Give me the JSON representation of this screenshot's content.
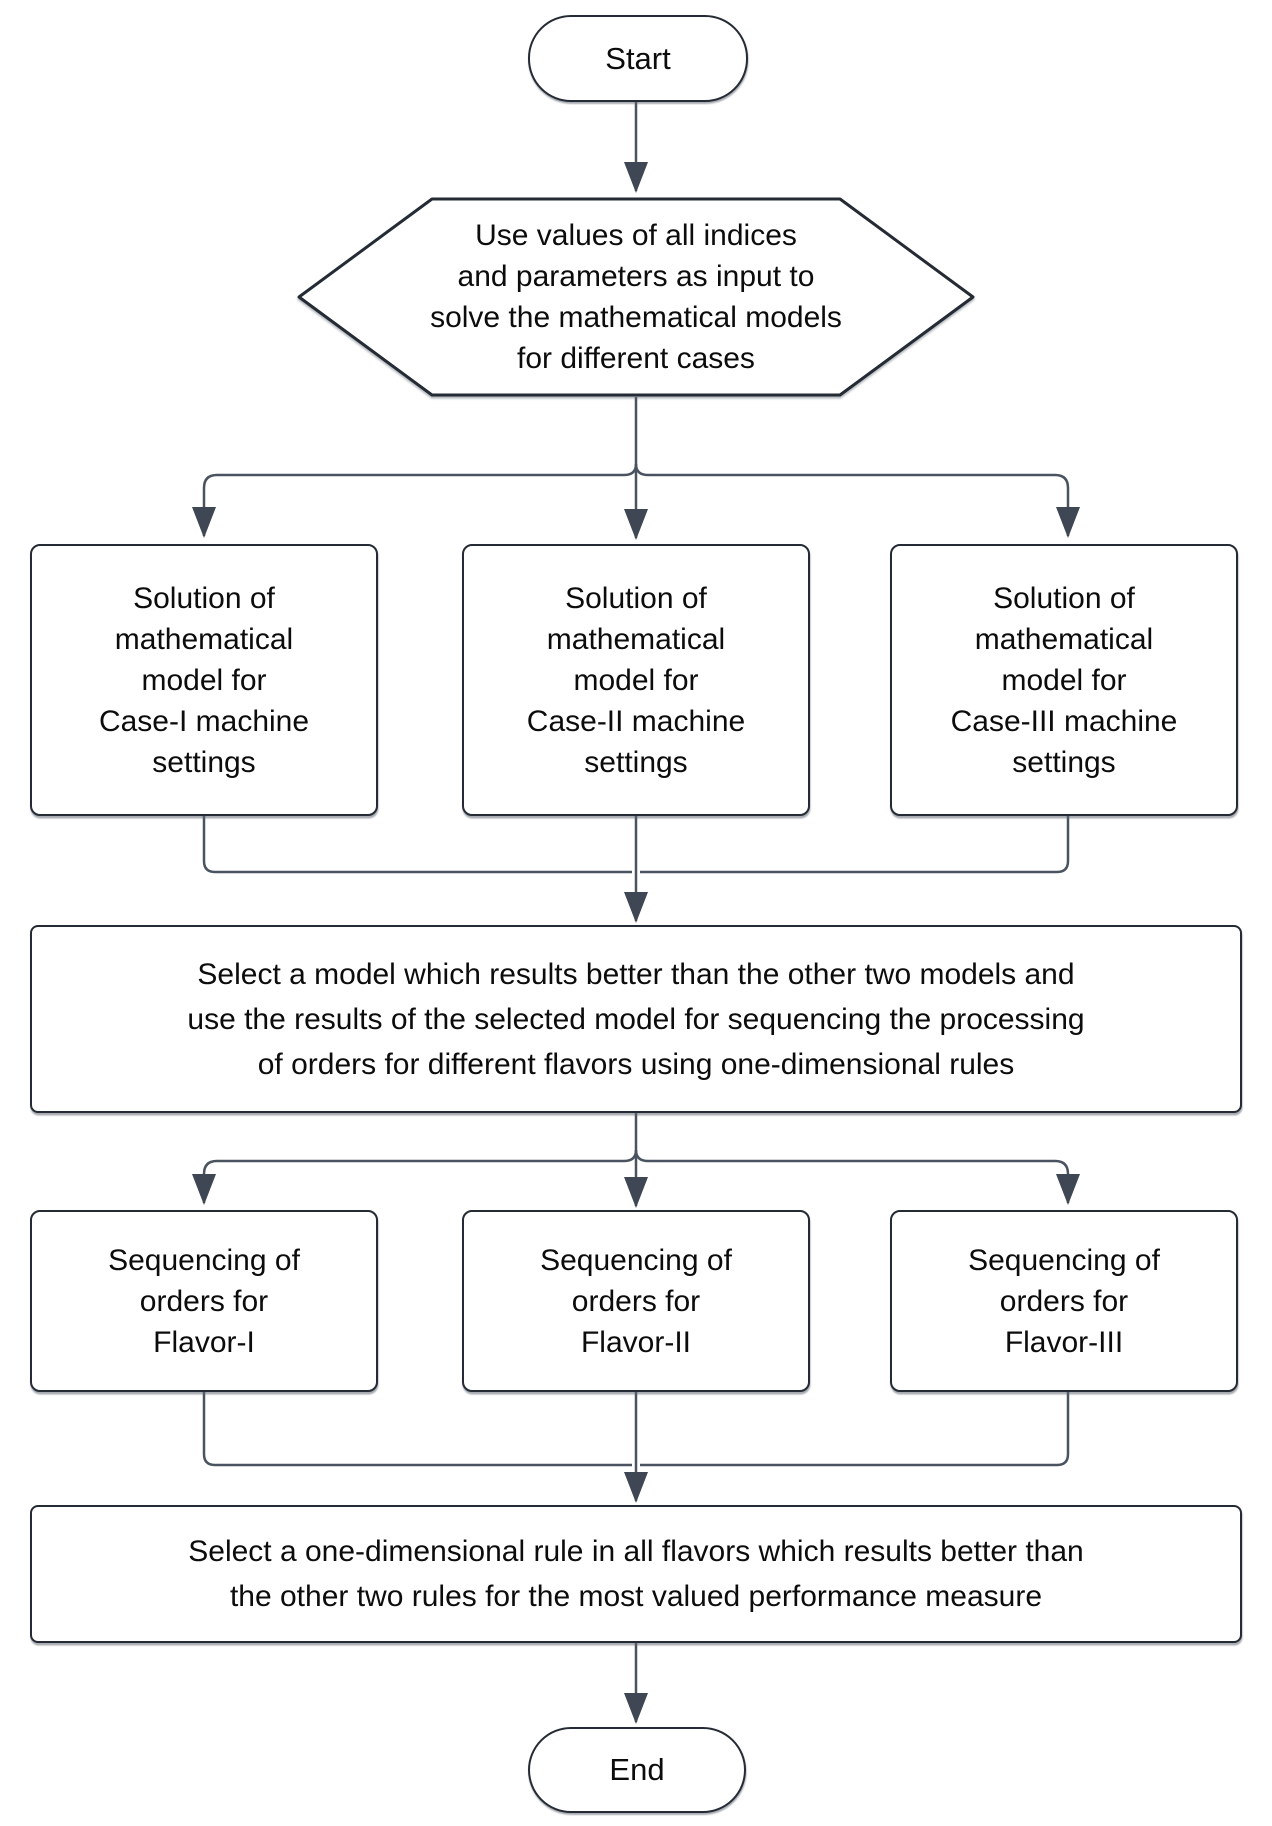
{
  "flowchart": {
    "start": {
      "label": "Start"
    },
    "input_step": {
      "text": "Use values of all indices\nand parameters as input to\nsolve the mathematical models\nfor different cases"
    },
    "solution_boxes": [
      {
        "text": "Solution of\nmathematical\nmodel for\nCase-I machine\nsettings"
      },
      {
        "text": "Solution of\nmathematical\nmodel for\nCase-II machine\nsettings"
      },
      {
        "text": "Solution of\nmathematical\nmodel for\nCase-III machine\nsettings"
      }
    ],
    "select_model": {
      "text": "Select a model which results better than the other two models and\nuse the results of the selected model for sequencing the processing\nof orders for different flavors using one-dimensional rules"
    },
    "sequencing_boxes": [
      {
        "text": "Sequencing of\norders for\nFlavor-I"
      },
      {
        "text": "Sequencing of\norders for\nFlavor-II"
      },
      {
        "text": "Sequencing of\norders for\nFlavor-III"
      }
    ],
    "select_rule": {
      "text": "Select a one-dimensional rule in all flavors which results better than\nthe other two rules for the most valued performance measure"
    },
    "end": {
      "label": "End"
    },
    "colors": {
      "connector": "#4a5360",
      "arrowhead": "#3e4753",
      "node_border": "#252b34",
      "node_fill": "#ffffff",
      "text": "#0c0c0c",
      "background": "#ffffff"
    }
  }
}
